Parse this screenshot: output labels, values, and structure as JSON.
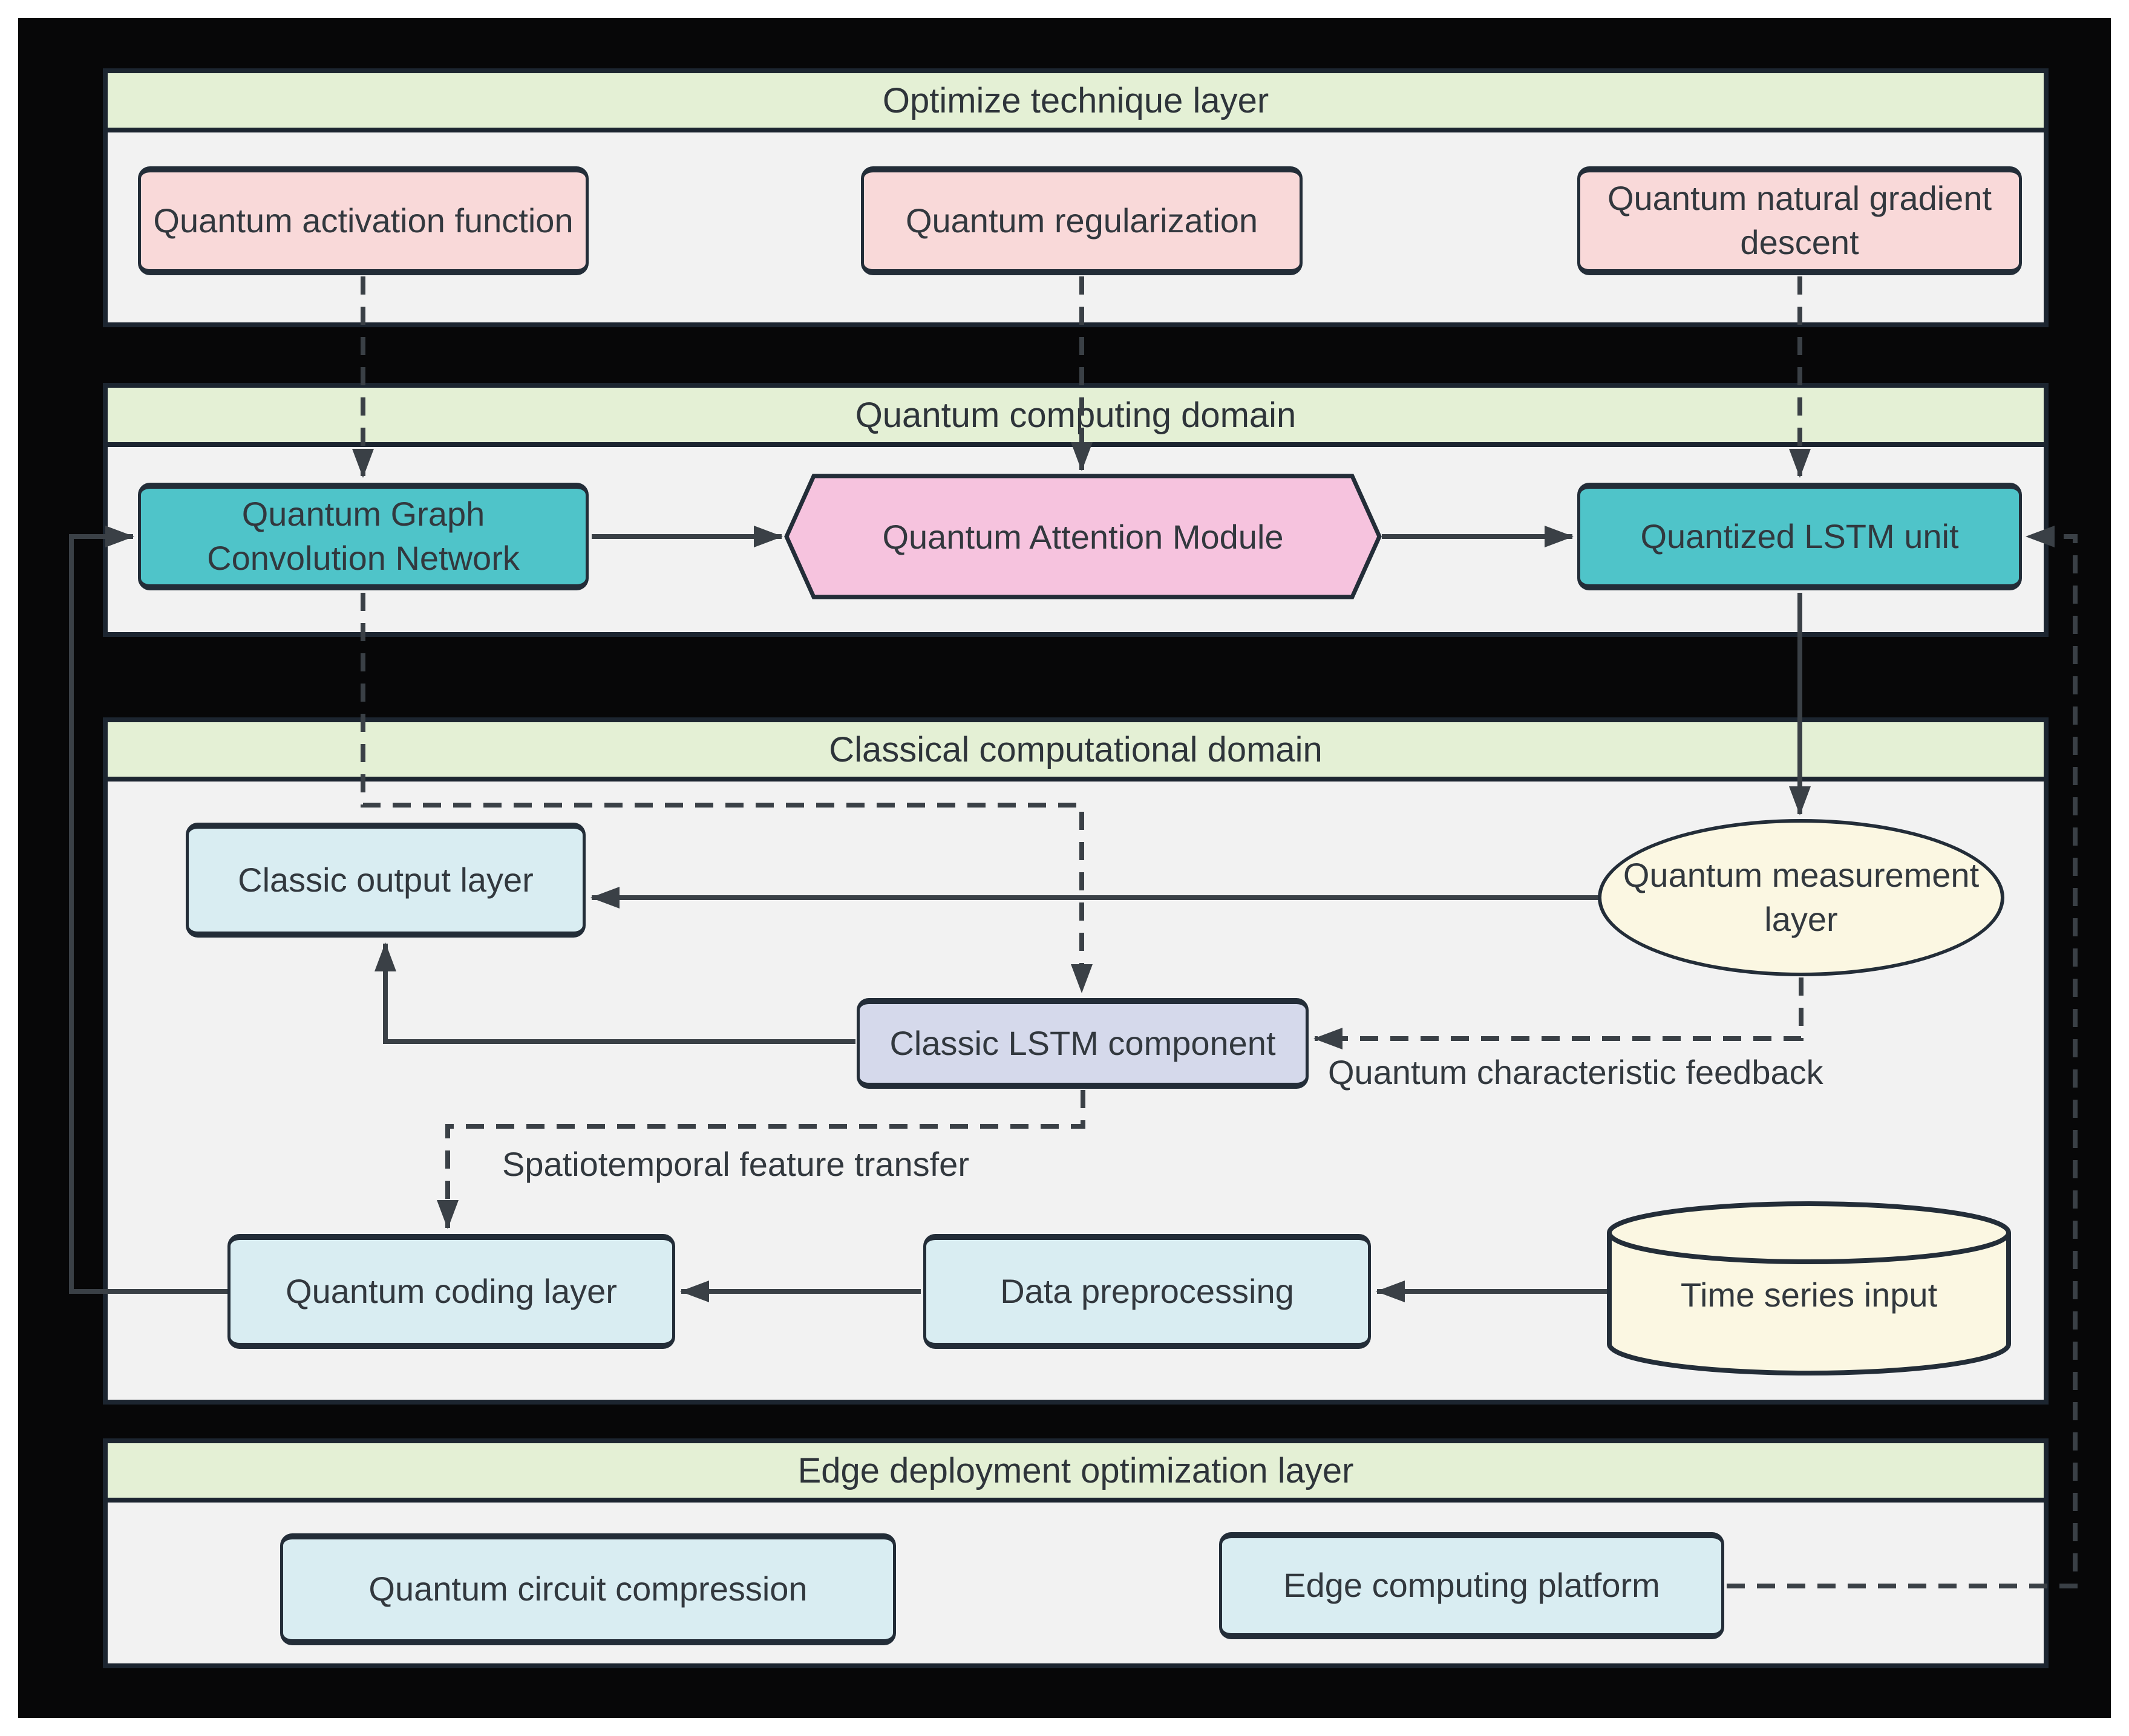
{
  "layers": {
    "optimize": {
      "title": "Optimize technique layer",
      "nodes": {
        "qaf": "Quantum activation function",
        "qr": "Quantum regularization",
        "qngd": "Quantum natural gradient descent"
      }
    },
    "quantum": {
      "title": "Quantum computing domain",
      "nodes": {
        "qgcn": "Quantum Graph Convolution Network",
        "qam": "Quantum Attention Module",
        "qlstm": "Quantized LSTM unit"
      }
    },
    "classical": {
      "title": "Classical computational domain",
      "nodes": {
        "col": "Classic output layer",
        "qml": "Quantum measurement layer",
        "clstm": "Classic LSTM component",
        "qcl": "Quantum coding layer",
        "dp": "Data preprocessing",
        "tsi": "Time series input"
      }
    },
    "edge": {
      "title": "Edge deployment optimization layer",
      "nodes": {
        "qcc": "Quantum circuit compression",
        "ecp": "Edge computing platform"
      }
    }
  },
  "edge_labels": {
    "feedback": "Quantum characteristic feedback",
    "spatiotemporal": "Spatiotemporal feature transfer"
  },
  "colors": {
    "layer_header_green": "#e4f0d5",
    "layer_body_gray": "#f2f2f2",
    "frame_black": "#070708",
    "optimize_node_pink": "#f9d9d9",
    "quantum_node_teal": "#4fc4c9",
    "attention_hexagon_pink": "#f6c3de",
    "classical_node_cyan": "#d9edf2",
    "lstm_node_lavender": "#d5d9eb",
    "storage_node_cream": "#fbf7e2",
    "border_dark": "#1c2530",
    "connector_dark": "#3a4046"
  }
}
